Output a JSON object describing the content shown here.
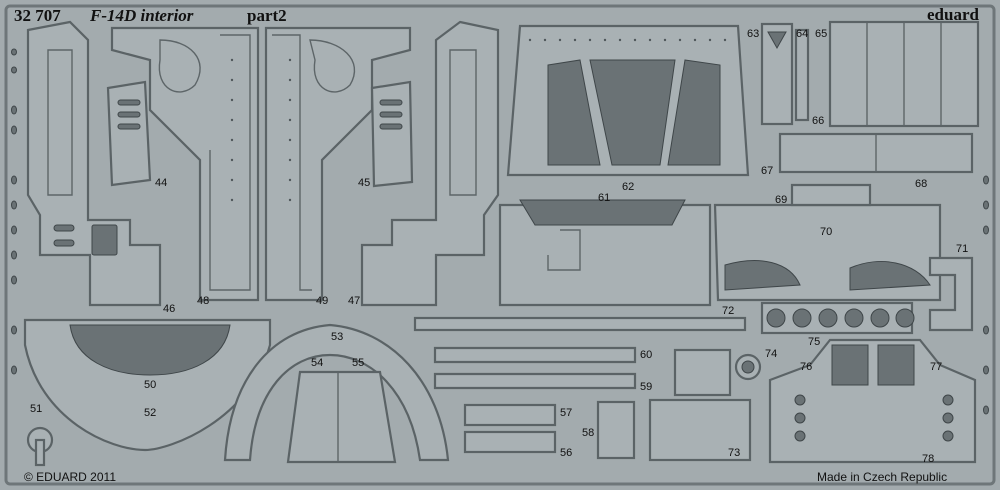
{
  "header": {
    "kit_number": "32 707",
    "title": "F-14D interior",
    "part": "part2",
    "brand": "eduard"
  },
  "footer": {
    "copyright": "© EDUARD 2011",
    "origin": "Made in Czech Republic"
  },
  "part_numbers": {
    "p44": "44",
    "p45": "45",
    "p46": "46",
    "p47": "47",
    "p48": "48",
    "p49": "49",
    "p50": "50",
    "p51": "51",
    "p52": "52",
    "p53": "53",
    "p54": "54",
    "p55": "55",
    "p56": "56",
    "p57": "57",
    "p58": "58",
    "p59": "59",
    "p60": "60",
    "p61": "61",
    "p62": "62",
    "p63": "63",
    "p64": "64",
    "p65": "65",
    "p66": "66",
    "p67": "67",
    "p68": "68",
    "p69": "69",
    "p70": "70",
    "p71": "71",
    "p72": "72",
    "p73": "73",
    "p74": "74",
    "p75": "75",
    "p76": "76",
    "p77": "77",
    "p78": "78"
  },
  "colors": {
    "fret": "#a3abae",
    "outline": "#5b6366",
    "etched": "#6a7275"
  }
}
